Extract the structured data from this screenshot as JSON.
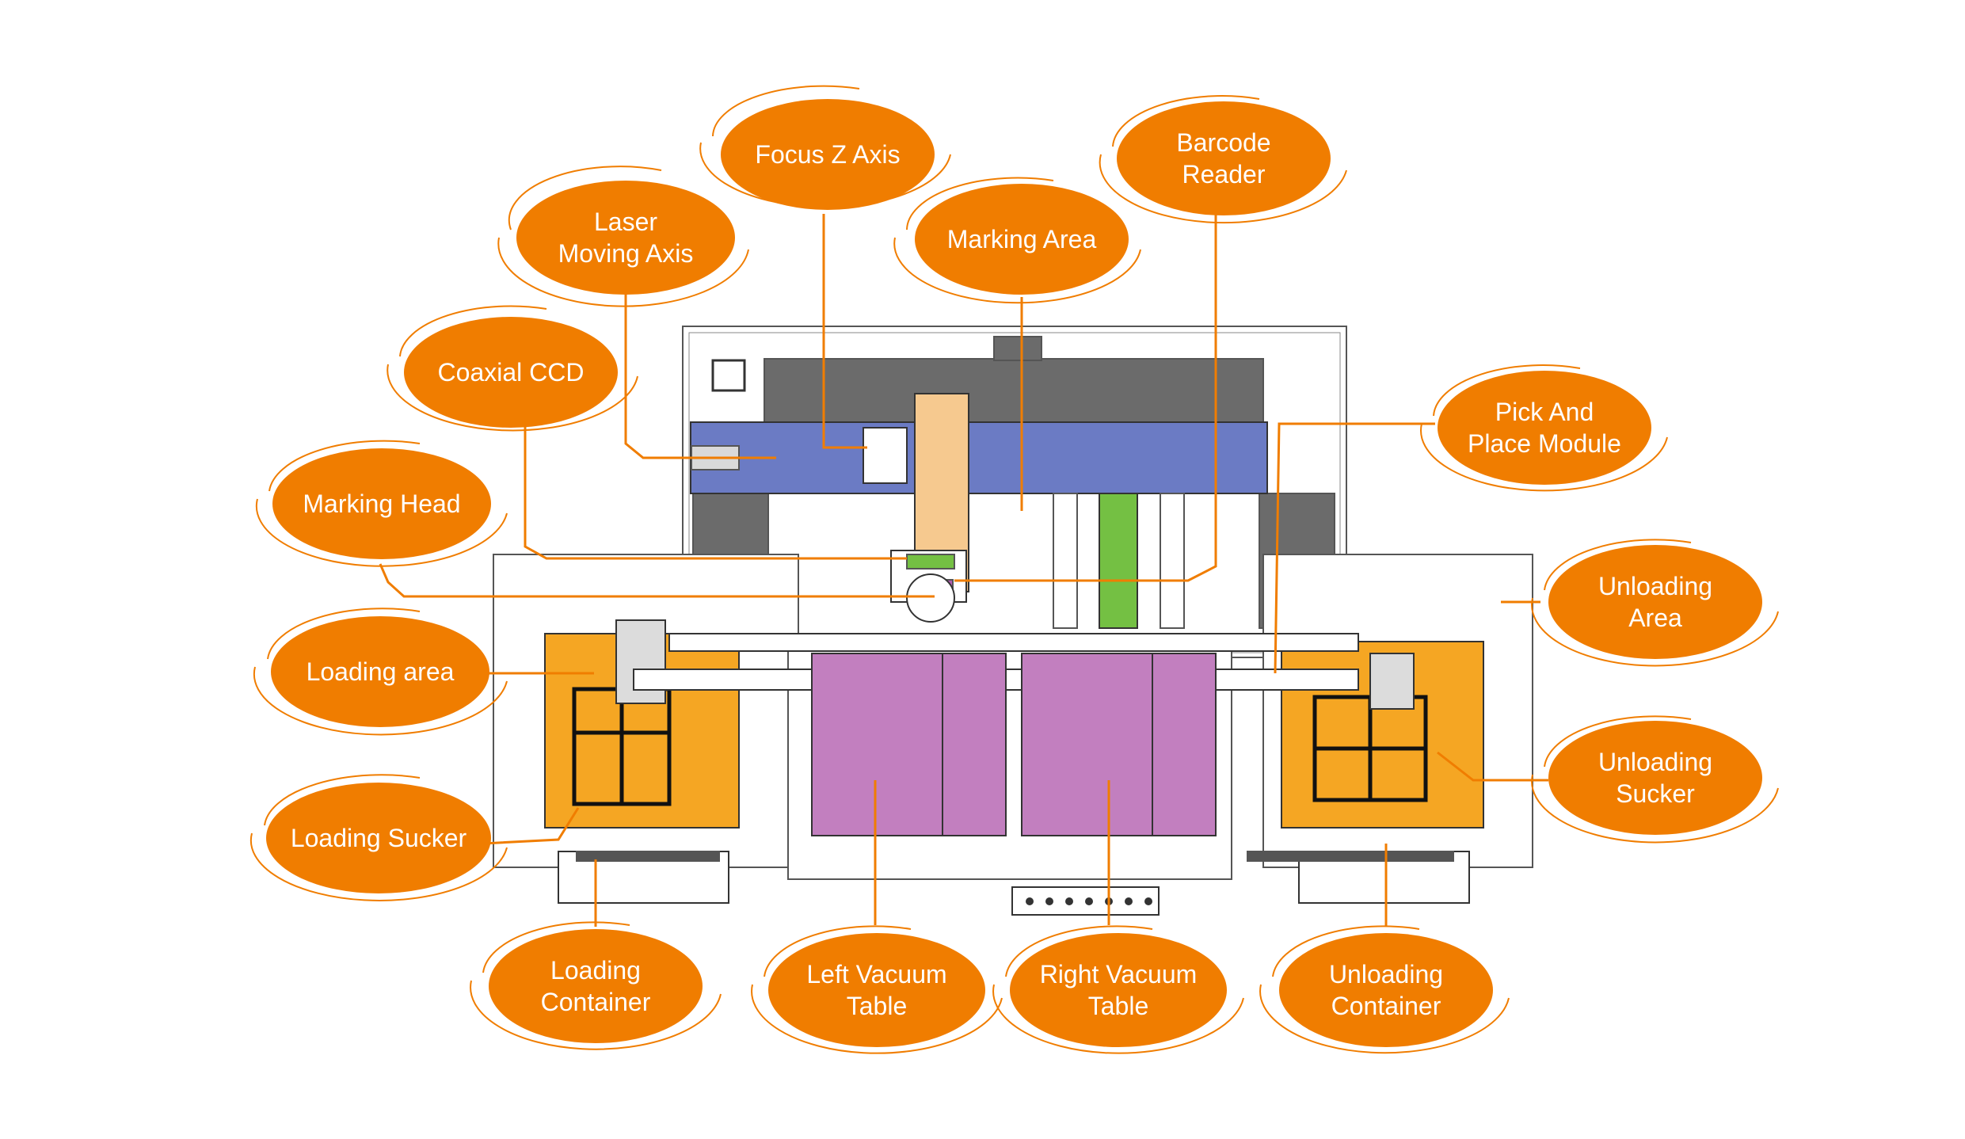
{
  "colors": {
    "accent": "#f07d00",
    "label_text": "#ffffff",
    "outline": "#555555",
    "axis_blue": "#6b7bc4",
    "gantry_gray": "#6b6b6b",
    "loading_orange": "#f5a623",
    "vacuum_pink": "#c27fbf",
    "guide_green": "#74c043",
    "head_peach": "#f6c98f"
  },
  "labels": {
    "focus_z_axis": [
      "Focus Z Axis"
    ],
    "barcode_reader": [
      "Barcode",
      "Reader"
    ],
    "laser_moving_axis": [
      "Laser",
      "Moving Axis"
    ],
    "marking_area": [
      "Marking Area"
    ],
    "coaxial_ccd": [
      "Coaxial CCD"
    ],
    "pick_and_place_module": [
      "Pick And",
      "Place Module"
    ],
    "marking_head": [
      "Marking Head"
    ],
    "unloading_area": [
      "Unloading",
      "Area"
    ],
    "loading_area": [
      "Loading area"
    ],
    "unloading_sucker": [
      "Unloading",
      "Sucker"
    ],
    "loading_sucker": [
      "Loading Sucker"
    ],
    "loading_container": [
      "Loading",
      "Container"
    ],
    "left_vacuum_table": [
      "Left Vacuum",
      "Table"
    ],
    "right_vacuum_table": [
      "Right Vacuum",
      "Table"
    ],
    "unloading_container": [
      "Unloading",
      "Container"
    ]
  }
}
